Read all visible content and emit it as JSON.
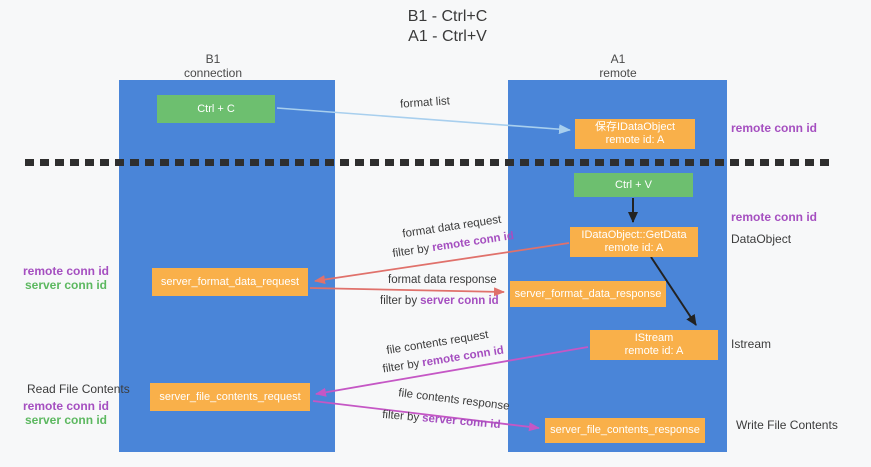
{
  "title": {
    "line1": "B1 - Ctrl+C",
    "line2": "A1 - Ctrl+V"
  },
  "lifelines": {
    "b1": {
      "name": "B1",
      "role": "connection"
    },
    "a1": {
      "name": "A1",
      "role": "remote"
    }
  },
  "nodes": {
    "ctrl_c": {
      "label": "Ctrl + C"
    },
    "save_idataobject": {
      "line1": "保存IDataObject",
      "line2": "remote id: A"
    },
    "ctrl_v": {
      "label": "Ctrl + V"
    },
    "getdata": {
      "line1": "IDataObject::GetData",
      "line2": "remote id: A"
    },
    "server_format_data_request": {
      "label": "server_format_data_request"
    },
    "server_format_data_response": {
      "label": "server_format_data_response"
    },
    "istream": {
      "line1": "IStream",
      "line2": "remote id: A"
    },
    "server_file_contents_request": {
      "label": "server_file_contents_request"
    },
    "server_file_contents_response": {
      "label": "server_file_contents_response"
    }
  },
  "edge_labels": {
    "format_list": "format list",
    "format_data_request": {
      "text": "format data request",
      "filter_prefix": "filter by",
      "filter_key": "remote conn id"
    },
    "format_data_response": {
      "text": "format data response",
      "filter_prefix": "filter by",
      "filter_key": "server conn id"
    },
    "file_contents_request": {
      "text": "file contents request",
      "filter_prefix": "filter by",
      "filter_key": "remote conn id"
    },
    "file_contents_response": {
      "text": "file contents response",
      "filter_prefix": "filter by",
      "filter_key": "server conn id"
    }
  },
  "annotations": {
    "right_remote_conn_id_top": "remote conn id",
    "right_remote_conn_id_mid": "remote conn id",
    "right_dataobject": "DataObject",
    "right_istream": "Istream",
    "right_write_file_contents": "Write File Contents",
    "left_remote_conn_id_top": "remote conn id",
    "left_server_conn_id_top": "server conn id",
    "left_read_file_contents": "Read File Contents",
    "left_remote_conn_id_bottom": "remote conn id",
    "left_server_conn_id_bottom": "server conn id"
  },
  "colors": {
    "lifeline_blue": "#4a85d8",
    "action_green": "#6dbf6f",
    "message_orange": "#f9b04a",
    "arrow_lightblue": "#a8cfee",
    "arrow_red": "#e0716b",
    "arrow_magenta": "#c557c5",
    "arrow_black": "#222222",
    "text_purple": "#a54fc0",
    "text_green": "#5cb860",
    "text_dark": "#3c3c3c",
    "divider_dark": "#2e2e2e",
    "background": "#f7f8f9"
  }
}
